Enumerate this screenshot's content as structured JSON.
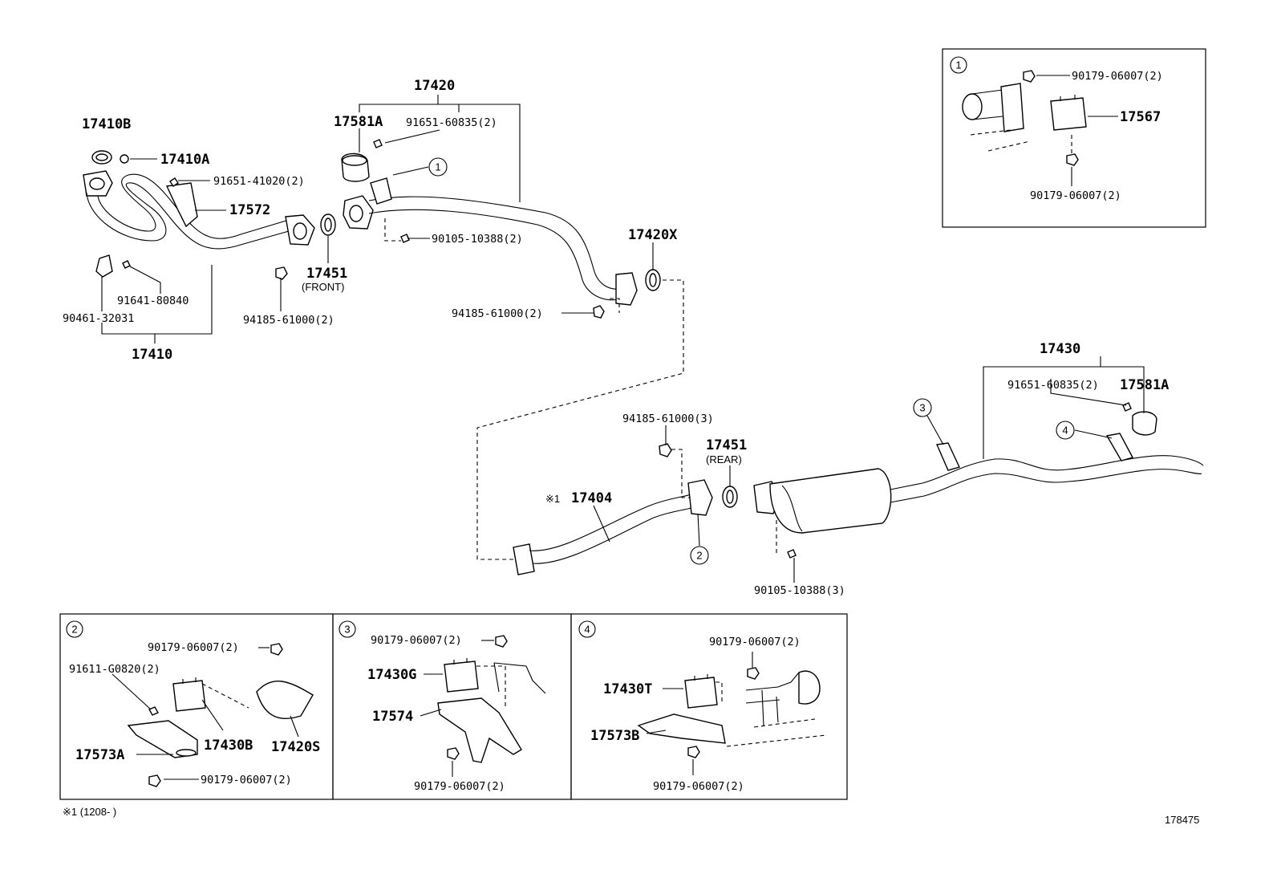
{
  "labels": {
    "p17420": "17420",
    "p17410B": "17410B",
    "p17410A": "17410A",
    "p17581A_top": "17581A",
    "p91651_60835_top": "91651-60835(2)",
    "p91651_41020": "91651-41020(2)",
    "p17572": "17572",
    "p17451_front": "17451",
    "front_note": "(FRONT)",
    "p90105_top": "90105-10388(2)",
    "p17420X": "17420X",
    "p91641": "91641-80840",
    "p90461": "90461-32031",
    "p94185_left": "94185-61000(2)",
    "p94185_mid": "94185-61000(2)",
    "p17410": "17410",
    "p17430": "17430",
    "p91651_60835_right": "91651-60835(2)",
    "p17581A_right": "17581A",
    "p94185_3": "94185-61000(3)",
    "p17451_rear": "17451",
    "rear_note": "(REAR)",
    "star_note": "※1",
    "p17404": "17404",
    "p90105_bottom": "90105-10388(3)",
    "footnote": "※1 (1208-      )",
    "diagram_id": "178475"
  },
  "inset1": {
    "num": "1",
    "nut_top": "90179-06007(2)",
    "mount": "17567",
    "nut_bottom": "90179-06007(2)"
  },
  "inset2": {
    "num": "2",
    "nut_top": "90179-06007(2)",
    "bolt": "91611-G0820(2)",
    "mount": "17430B",
    "cover": "17420S",
    "bracket": "17573A",
    "nut_bottom": "90179-06007(2)"
  },
  "inset3": {
    "num": "3",
    "nut_top": "90179-06007(2)",
    "mount": "17430G",
    "bracket": "17574",
    "nut_bottom": "90179-06007(2)"
  },
  "inset4": {
    "num": "4",
    "nut_top": "90179-06007(2)",
    "mount": "17430T",
    "bracket": "17573B",
    "nut_bottom": "90179-06007(2)"
  },
  "callouts": [
    "1",
    "2",
    "3",
    "4"
  ]
}
